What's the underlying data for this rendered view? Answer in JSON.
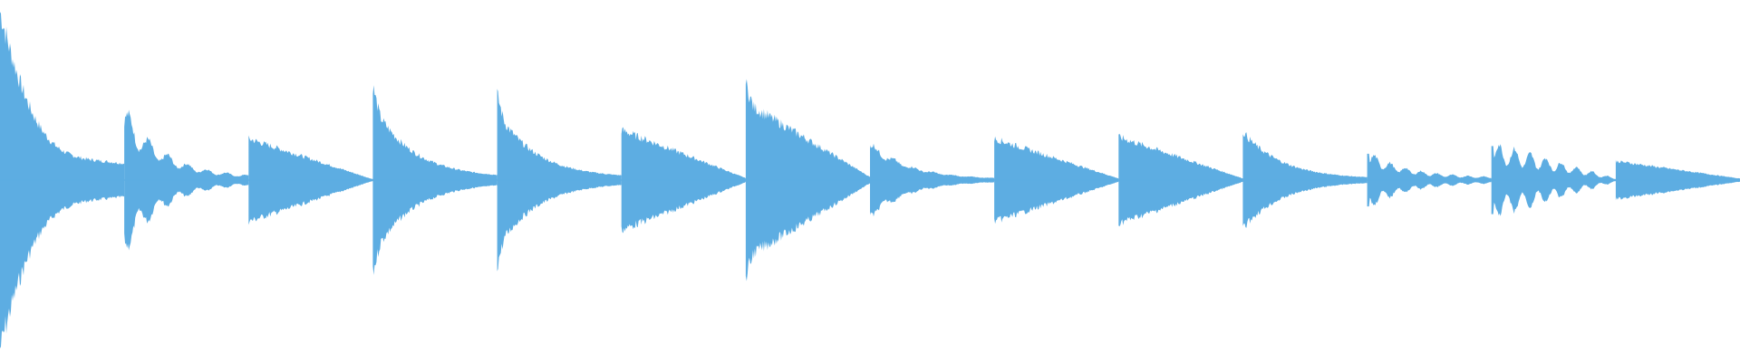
{
  "waveform": {
    "color": "#5dade2",
    "background": "#ffffff",
    "segment_count": 14,
    "segments": [
      {
        "peak": 0.98,
        "decay": "exp",
        "floor": 0.06,
        "ripple": 0.05,
        "shape": "swell"
      },
      {
        "peak": 0.34,
        "decay": "exp",
        "floor": 0.03,
        "ripple": 0.25,
        "shape": "bumps"
      },
      {
        "peak": 0.24,
        "decay": "lin",
        "floor": 0.02,
        "ripple": 0.04,
        "shape": "smooth"
      },
      {
        "peak": 0.44,
        "decay": "exp",
        "floor": 0.03,
        "ripple": 0.1,
        "shape": "spike"
      },
      {
        "peak": 0.4,
        "decay": "exp",
        "floor": 0.03,
        "ripple": 0.18,
        "shape": "spike"
      },
      {
        "peak": 0.29,
        "decay": "lin",
        "floor": 0.04,
        "ripple": 0.03,
        "shape": "smooth"
      },
      {
        "peak": 0.45,
        "decay": "lin",
        "floor": 0.04,
        "ripple": 0.08,
        "shape": "spike"
      },
      {
        "peak": 0.2,
        "decay": "exp",
        "floor": 0.02,
        "ripple": 0.1,
        "shape": "bumps"
      },
      {
        "peak": 0.24,
        "decay": "lin",
        "floor": 0.04,
        "ripple": 0.03,
        "shape": "smooth"
      },
      {
        "peak": 0.25,
        "decay": "lin",
        "floor": 0.04,
        "ripple": 0.03,
        "shape": "smooth"
      },
      {
        "peak": 0.28,
        "decay": "exp",
        "floor": 0.02,
        "ripple": 0.04,
        "shape": "smooth"
      },
      {
        "peak": 0.17,
        "decay": "exp",
        "floor": 0.08,
        "ripple": 0.45,
        "shape": "beads"
      },
      {
        "peak": 0.22,
        "decay": "lin",
        "floor": 0.05,
        "ripple": 0.55,
        "shape": "beads"
      },
      {
        "peak": 0.11,
        "decay": "lin",
        "floor": 0.08,
        "ripple": 0.03,
        "shape": "smooth"
      }
    ]
  }
}
